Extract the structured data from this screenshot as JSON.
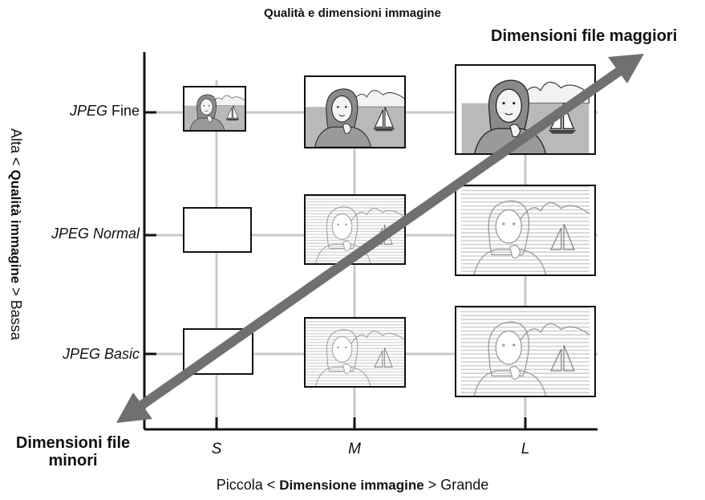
{
  "title": "Qualità e dimensioni immagine",
  "arrow_high": "Dimensioni file maggiori",
  "arrow_low": "Dimensioni file minori",
  "quality_axis": {
    "prefix": "Alta",
    "label": "Qualità immagine",
    "suffix": "Bassa",
    "levels": [
      {
        "bold_part": "JPEG",
        "rest": " Fine",
        "bold_italic": true
      },
      {
        "bold_part": "JPEG Normal",
        "rest": "",
        "bold_italic": true
      },
      {
        "bold_part": "JPEG Basic",
        "rest": "",
        "bold_italic": true
      }
    ]
  },
  "size_axis": {
    "prefix": "Piccola",
    "label": "Dimensione immagine",
    "suffix": "Grande",
    "levels": [
      "S",
      "M",
      "L"
    ]
  },
  "colors": {
    "arrow": "#707070",
    "grid": "#c8c8c8",
    "axis": "#111111",
    "image_fill": "#e3e3e3"
  }
}
